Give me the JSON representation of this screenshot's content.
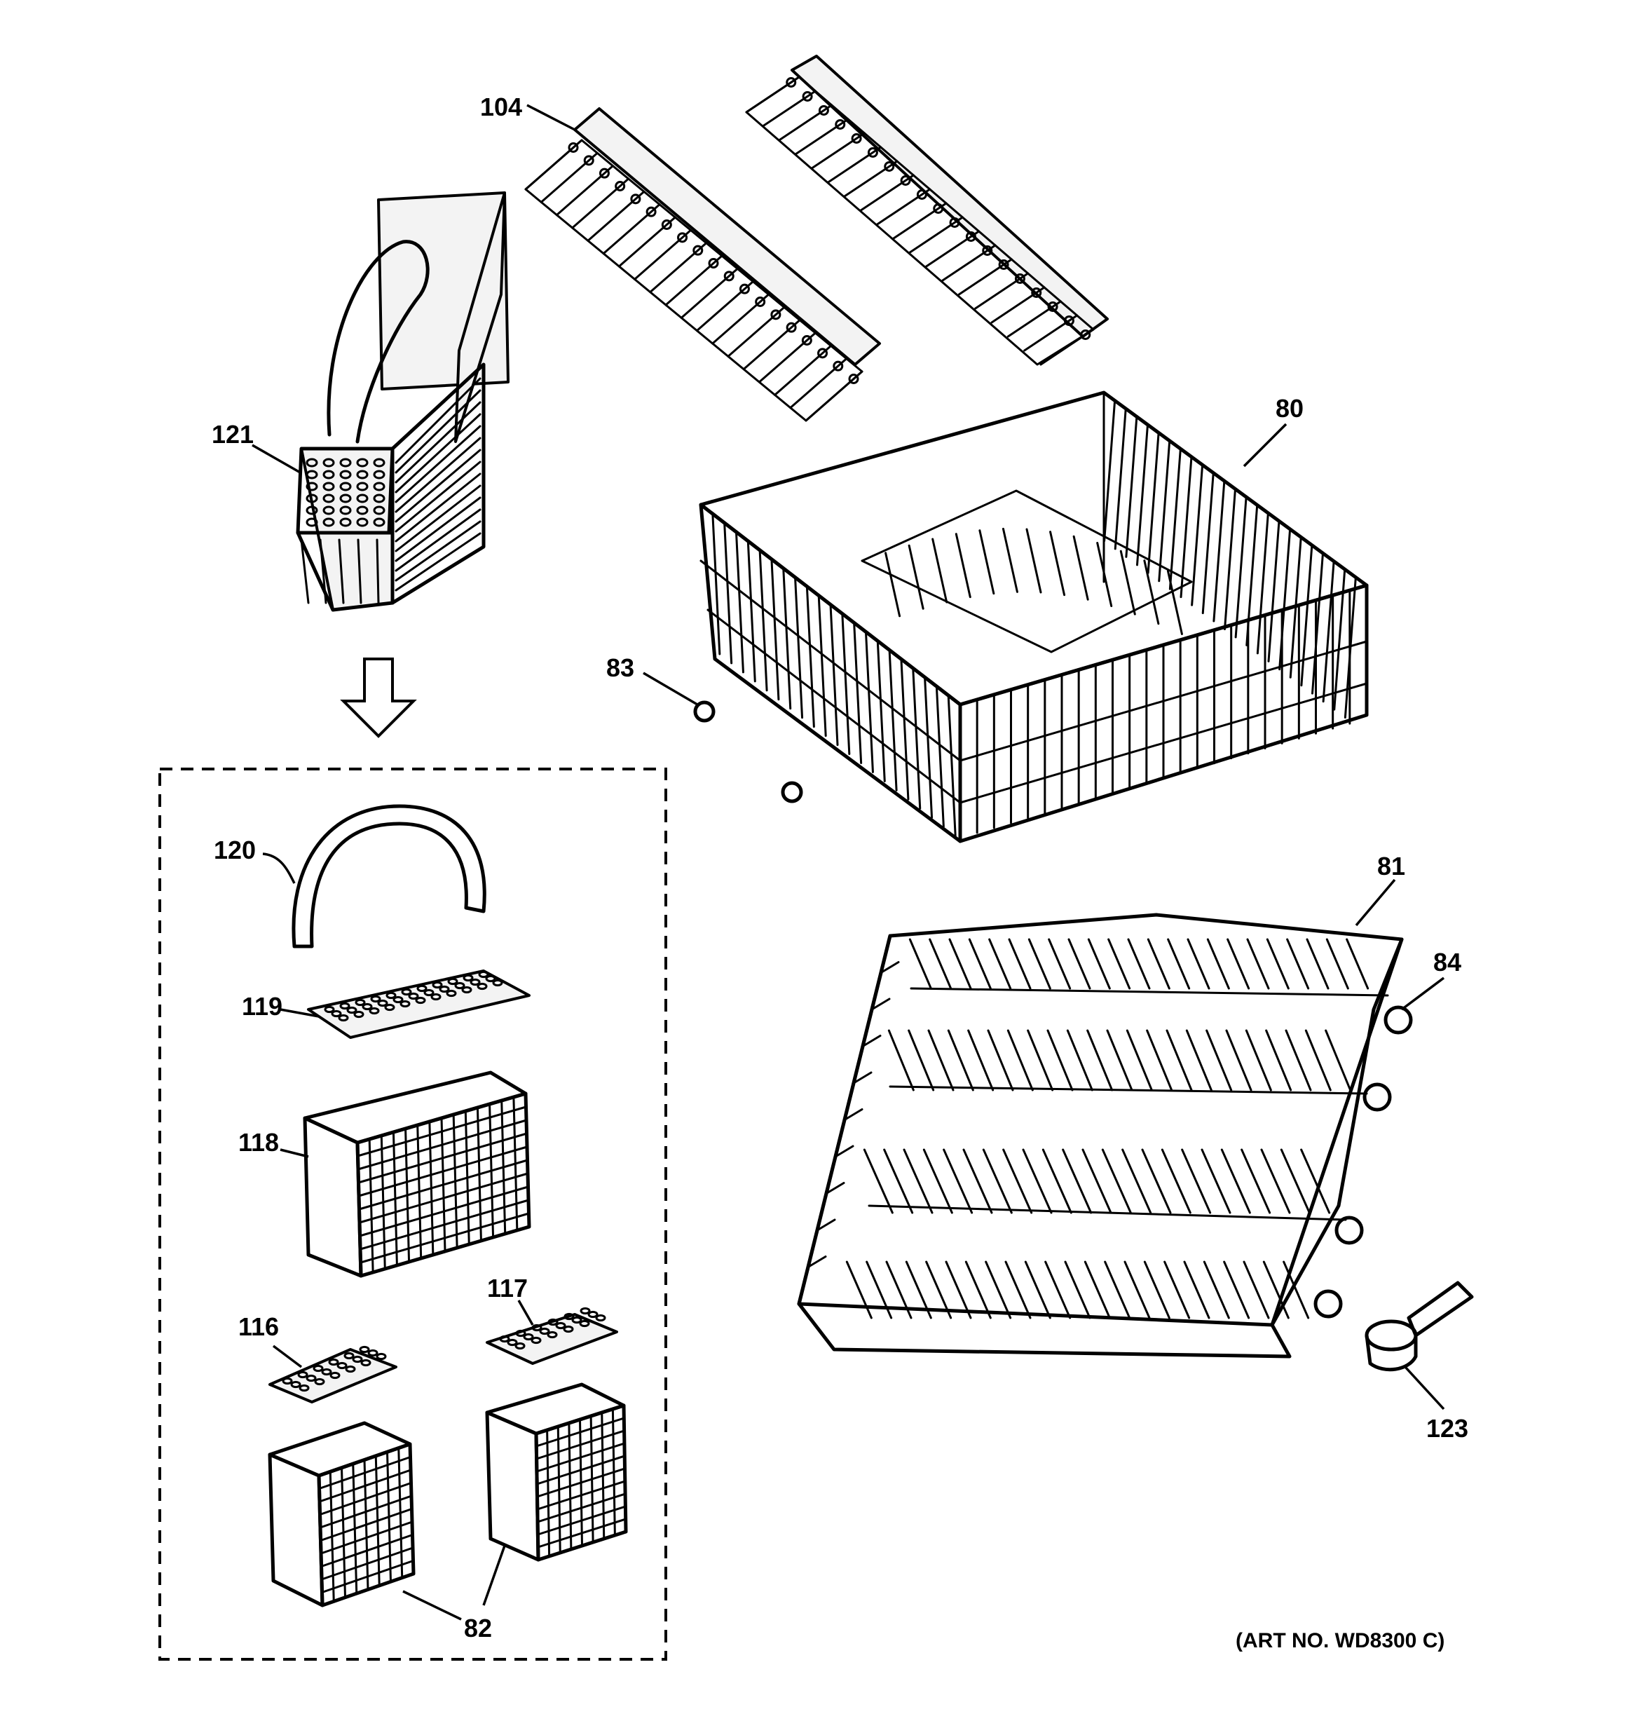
{
  "callouts": [
    {
      "id": "104",
      "label": "104"
    },
    {
      "id": "121",
      "label": "121"
    },
    {
      "id": "80",
      "label": "80"
    },
    {
      "id": "83",
      "label": "83"
    },
    {
      "id": "120",
      "label": "120"
    },
    {
      "id": "119",
      "label": "119"
    },
    {
      "id": "118",
      "label": "118"
    },
    {
      "id": "81",
      "label": "81"
    },
    {
      "id": "84",
      "label": "84"
    },
    {
      "id": "117",
      "label": "117"
    },
    {
      "id": "116",
      "label": "116"
    },
    {
      "id": "123",
      "label": "123"
    },
    {
      "id": "82",
      "label": "82"
    }
  ],
  "art_number": "(ART NO. WD8300 C)",
  "colors": {
    "ink": "#000000",
    "paper": "#ffffff",
    "shade": "#f3f3f3"
  }
}
